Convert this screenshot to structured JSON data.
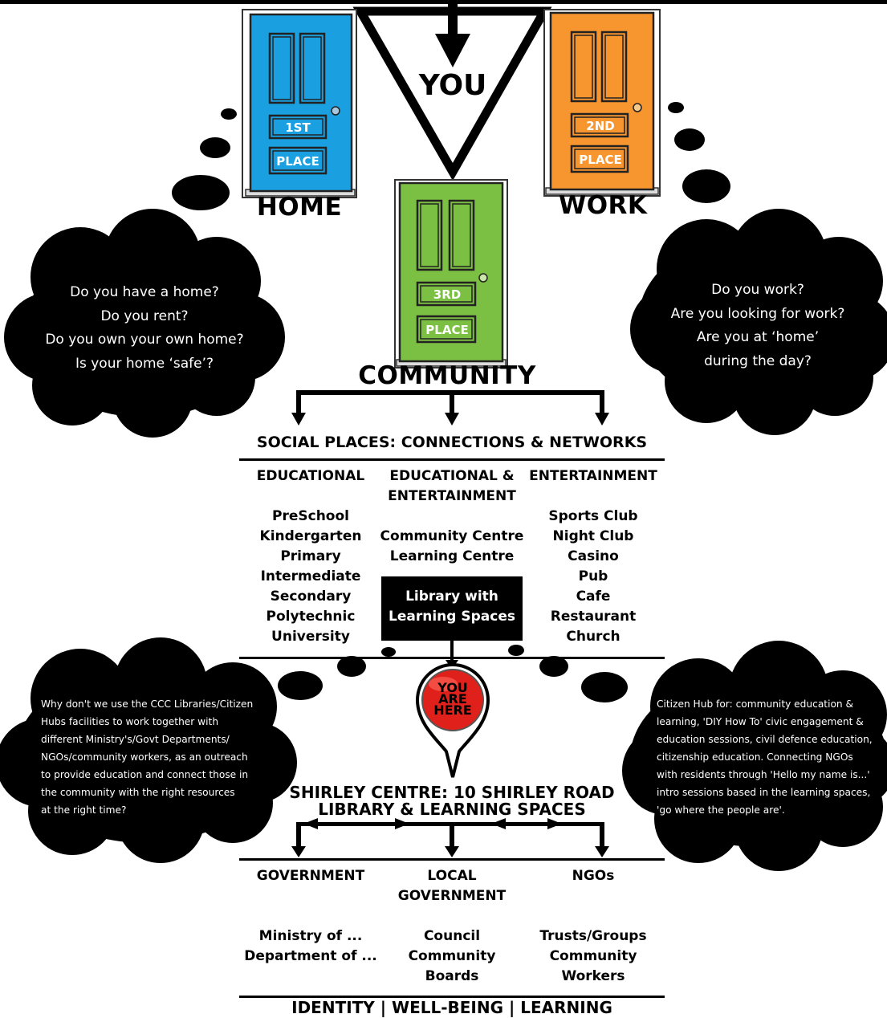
{
  "doors": {
    "home": {
      "number_label": "1ST",
      "place_label": "PLACE",
      "caption": "HOME",
      "color": "#1aa0e0"
    },
    "work": {
      "number_label": "2ND",
      "place_label": "PLACE",
      "caption": "WORK",
      "color": "#f7962f"
    },
    "community": {
      "number_label": "3RD",
      "place_label": "PLACE",
      "caption": "COMMUNITY",
      "color": "#7cc043"
    }
  },
  "center_label": "YOU",
  "clouds": {
    "home_questions": [
      "Do you have a home?",
      "Do you rent?",
      "Do you own your own home?",
      "Is your home ‘safe’?"
    ],
    "work_questions": [
      "Do you work?",
      "Are you looking for work?",
      "Are you at ‘home’",
      "during the day?"
    ],
    "libraries_question": [
      "Why don't we use the CCC Libraries/Citizen",
      "Hubs facilities to work together with",
      "different Ministry's/Govt Departments/",
      "NGOs/community workers, as an outreach",
      "to provide education and connect those in",
      "the community with the right resources",
      "at the right time?"
    ],
    "citizen_hub": [
      "Citizen Hub for: community education &",
      "learning, 'DIY How To' civic engagement &",
      "education sessions, civil defence education,",
      "citizenship education. Connecting NGOs",
      "with residents through 'Hello my name is...'",
      "intro sessions based in the learning spaces,",
      "'go where the people are'."
    ]
  },
  "social_places": {
    "title": "SOCIAL PLACES: CONNECTIONS & NETWORKS",
    "columns": [
      {
        "header": [
          "EDUCATIONAL"
        ],
        "items": [
          "PreSchool",
          "Kindergarten",
          "Primary",
          "Intermediate",
          "Secondary",
          "Polytechnic",
          "University"
        ]
      },
      {
        "header": [
          "EDUCATIONAL &",
          "ENTERTAINMENT"
        ],
        "items": [
          "Community Centre",
          "Learning Centre"
        ]
      },
      {
        "header": [
          "ENTERTAINMENT"
        ],
        "items": [
          "Sports Club",
          "Night Club",
          "Casino",
          "Pub",
          "Cafe",
          "Restaurant",
          "Church"
        ]
      }
    ],
    "library_box": [
      "Library with",
      "Learning Spaces"
    ]
  },
  "pin_label": [
    "YOU",
    "ARE",
    "HERE"
  ],
  "shirley": {
    "line1": "SHIRLEY  CENTRE: 10 SHIRLEY ROAD",
    "line2": "LIBRARY & LEARNING SPACES"
  },
  "partners": {
    "columns": [
      {
        "header": [
          "GOVERNMENT"
        ],
        "items": [
          "Ministry of ...",
          "Department of ..."
        ]
      },
      {
        "header": [
          "LOCAL",
          "GOVERNMENT"
        ],
        "items": [
          "Council",
          "Community",
          "Boards"
        ]
      },
      {
        "header": [
          "NGOs"
        ],
        "items": [
          "Trusts/Groups",
          "Community",
          "Workers"
        ]
      }
    ]
  },
  "footer": "IDENTITY | WELL-BEING | LEARNING"
}
